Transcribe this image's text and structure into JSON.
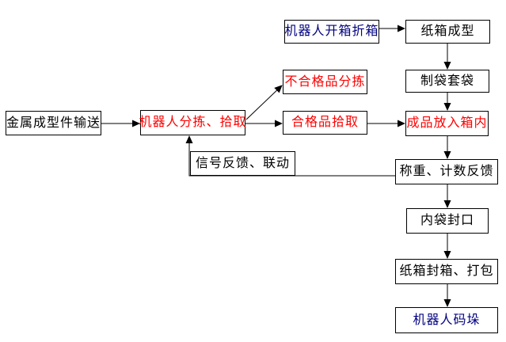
{
  "diagram": {
    "type": "flowchart",
    "background": "#ffffff",
    "colors": {
      "text_black": "#000000",
      "text_red": "#ff0000",
      "text_blue": "#000080",
      "box_border": "#000000",
      "box_fill": "#ffffff",
      "arrow": "#000000"
    },
    "nodes": [
      {
        "id": "metal-part-conveying",
        "label": "金属成型件输送",
        "text_color": "black"
      },
      {
        "id": "robot-sorting-picking",
        "label": "机器人分拣、拾取",
        "text_color": "red"
      },
      {
        "id": "robot-carton-opening",
        "label": "机器人开箱折箱",
        "text_color": "blue"
      },
      {
        "id": "carton-forming",
        "label": "纸箱成型",
        "text_color": "black"
      },
      {
        "id": "defective-sorting",
        "label": "不合格品分拣",
        "text_color": "red"
      },
      {
        "id": "qualified-picking",
        "label": "合格品拾取",
        "text_color": "red"
      },
      {
        "id": "bag-making-bagging",
        "label": "制袋套袋",
        "text_color": "black"
      },
      {
        "id": "product-into-box",
        "label": "成品放入箱内",
        "text_color": "red"
      },
      {
        "id": "signal-feedback-linkage",
        "label": "信号反馈、联动",
        "text_color": "black"
      },
      {
        "id": "weighing-counting-feedback",
        "label": "称重、计数反馈",
        "text_color": "black"
      },
      {
        "id": "inner-bag-sealing",
        "label": "内袋封口",
        "text_color": "black"
      },
      {
        "id": "carton-sealing-packing",
        "label": "纸箱封箱、打包",
        "text_color": "black"
      },
      {
        "id": "robot-palletizing",
        "label": "机器人码垛",
        "text_color": "blue"
      }
    ],
    "edges": [
      {
        "from": "metal-part-conveying",
        "to": "robot-sorting-picking"
      },
      {
        "from": "robot-sorting-picking",
        "to": "defective-sorting"
      },
      {
        "from": "robot-sorting-picking",
        "to": "qualified-picking"
      },
      {
        "from": "qualified-picking",
        "to": "product-into-box"
      },
      {
        "from": "robot-carton-opening",
        "to": "carton-forming"
      },
      {
        "from": "carton-forming",
        "to": "bag-making-bagging"
      },
      {
        "from": "bag-making-bagging",
        "to": "product-into-box"
      },
      {
        "from": "product-into-box",
        "to": "weighing-counting-feedback"
      },
      {
        "from": "weighing-counting-feedback",
        "to": "robot-sorting-picking",
        "via": "signal-feedback-linkage"
      },
      {
        "from": "weighing-counting-feedback",
        "to": "inner-bag-sealing"
      },
      {
        "from": "inner-bag-sealing",
        "to": "carton-sealing-packing"
      },
      {
        "from": "carton-sealing-packing",
        "to": "robot-palletizing"
      }
    ]
  }
}
